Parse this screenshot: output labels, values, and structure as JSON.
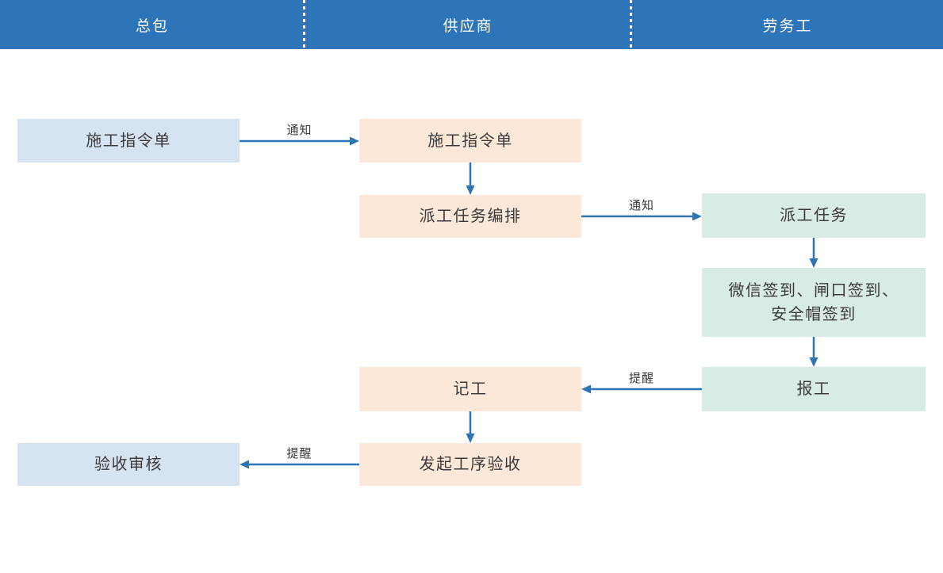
{
  "header": {
    "lanes": [
      {
        "id": "general-contractor",
        "label": "总包"
      },
      {
        "id": "supplier",
        "label": "供应商"
      },
      {
        "id": "laborer",
        "label": "劳务工"
      }
    ]
  },
  "nodes": [
    {
      "id": "construction-order-gc",
      "lane": "总包",
      "label": "施工指令单",
      "fill": "#d6e4f2"
    },
    {
      "id": "construction-order-supplier",
      "lane": "供应商",
      "label": "施工指令单",
      "fill": "#fce8d9"
    },
    {
      "id": "dispatch-task-scheduling",
      "lane": "供应商",
      "label": "派工任务编排",
      "fill": "#fce8d9"
    },
    {
      "id": "dispatch-task",
      "lane": "劳务工",
      "label": "派工任务",
      "fill": "#d9ece3"
    },
    {
      "id": "sign-in",
      "lane": "劳务工",
      "label": "微信签到、闸口签到、\n安全帽签到",
      "fill": "#d9ece3"
    },
    {
      "id": "work-report",
      "lane": "劳务工",
      "label": "报工",
      "fill": "#d9ece3"
    },
    {
      "id": "time-keeping",
      "lane": "供应商",
      "label": "记工",
      "fill": "#fce8d9"
    },
    {
      "id": "initiate-process-acceptance",
      "lane": "供应商",
      "label": "发起工序验收",
      "fill": "#fce8d9"
    },
    {
      "id": "acceptance-review",
      "lane": "总包",
      "label": "验收审核",
      "fill": "#d6e4f2"
    }
  ],
  "edges": [
    {
      "from": "construction-order-gc",
      "to": "construction-order-supplier",
      "label": "通知"
    },
    {
      "from": "construction-order-supplier",
      "to": "dispatch-task-scheduling",
      "label": ""
    },
    {
      "from": "dispatch-task-scheduling",
      "to": "dispatch-task",
      "label": "通知"
    },
    {
      "from": "dispatch-task",
      "to": "sign-in",
      "label": ""
    },
    {
      "from": "sign-in",
      "to": "work-report",
      "label": ""
    },
    {
      "from": "work-report",
      "to": "time-keeping",
      "label": "提醒"
    },
    {
      "from": "time-keeping",
      "to": "initiate-process-acceptance",
      "label": ""
    },
    {
      "from": "initiate-process-acceptance",
      "to": "acceptance-review",
      "label": "提醒"
    }
  ],
  "colors": {
    "header_bg": "#2e74b8",
    "header_text": "#ffffff",
    "lane_divider": "#ffffff",
    "node_blue": "#d6e4f2",
    "node_orange": "#fce8d9",
    "node_green": "#d9ece3",
    "arrow": "#2e75b6",
    "node_text": "#3a3a3a"
  }
}
